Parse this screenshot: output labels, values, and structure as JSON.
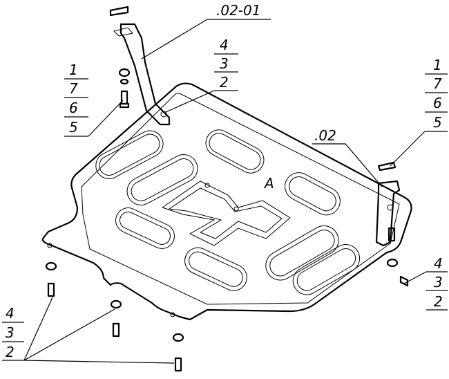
{
  "drawing": {
    "part_labels": {
      "bracket_left": ".02-01",
      "bracket_right": ".02",
      "plate_mark": "А"
    },
    "callouts": {
      "top_center": [
        "4",
        "3",
        "2"
      ],
      "top_left": [
        "1",
        "7",
        "6",
        "5"
      ],
      "top_right": [
        "1",
        "7",
        "6",
        "5"
      ],
      "bottom_right": [
        "4",
        "3",
        "2"
      ],
      "bottom_left": [
        "4",
        "3",
        "2"
      ]
    }
  }
}
